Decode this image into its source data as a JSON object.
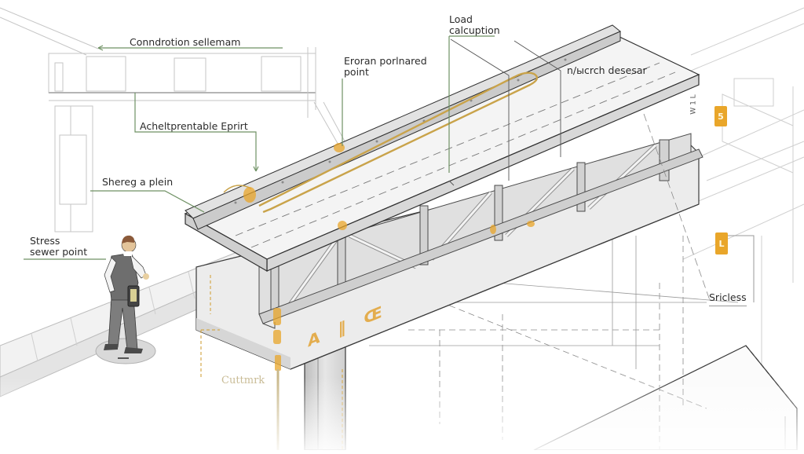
{
  "diagram": {
    "type": "isometric technical illustration",
    "subject": "elevated steel truss bridge beam on a concrete pier with an engineer standing on a walkway",
    "colors": {
      "background": "#ffffff",
      "line": "#3a3a3a",
      "faint_line": "#c8c8c8",
      "steel": "#d9d9d9",
      "steel_dark": "#a9a9a9",
      "deck": "#f1f1f1",
      "leader_green": "#6f9164",
      "accent_orange": "#e9a62a",
      "cable_gold": "#c9a34a"
    }
  },
  "labels": {
    "load_calculation": "Load\ncalcuption",
    "load_line1": "Load",
    "load_line2": "calcuption",
    "connection": "Conndrotion sellemam",
    "error_point_line1": "Erоran porlnared",
    "error_point_line2": "point",
    "n_search": "n/ысrch desesar",
    "interpretable": "Acheltprentable Eprirt",
    "sharing_plein": "Shereg a plein",
    "stress_line1": "Stress",
    "stress_line2": "sewer point",
    "stiffness": "Sricless",
    "cutmark": "Cuttmrk"
  },
  "markers": {
    "beam_stencil": "A ‖ Œ",
    "tag_upper_right": "5",
    "tag_right": "L",
    "side_marking": "W 1 L"
  },
  "figure": {
    "description": "engineer in gray vest and trousers holding a tablet, standing on a round gray base"
  }
}
